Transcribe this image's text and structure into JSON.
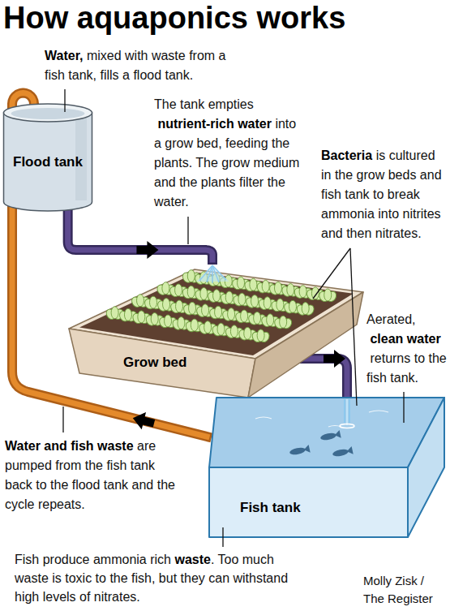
{
  "diagram": {
    "title": "How aquaponics works",
    "nodes": [
      {
        "text": [
          "Flood tank"
        ]
      },
      {
        "text": [
          "Grow bed"
        ]
      },
      {
        "text": [
          "Fish tank"
        ]
      }
    ],
    "edges": [
      {
        "from": 0,
        "to": 1,
        "arrow": "to"
      },
      {
        "from": 1,
        "to": 2,
        "arrow": "to"
      },
      {
        "from": 2,
        "to": 0,
        "arrow": "to"
      }
    ],
    "labels": [
      "Water,",
      "mixed with waste from a fish tank, fills a flood tank.",
      "The tank empties",
      "nutrient-rich water",
      "into a grow bed, feeding the plants. The grow medium and the plants filter the water.",
      "Bacteria",
      "is cultured in the grow beds and fish tank to break ammonia into nitrites and then nitrates.",
      "Aerated,",
      "clean water",
      "returns to the fish tank.",
      "Water and fish waste",
      "are pumped from the fish tank back to the flood tank and the cycle repeats.",
      "Fish produce ammonia rich",
      "waste",
      ". Too much waste is toxic to the fish, but they can withstand high levels of nitrates.",
      "Molly Zisk / The Register"
    ]
  }
}
